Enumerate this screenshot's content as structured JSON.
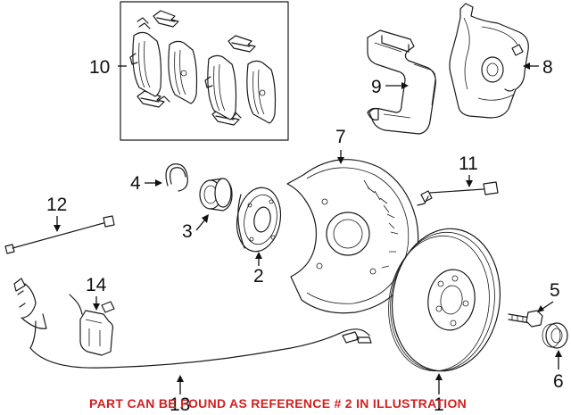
{
  "callouts": {
    "c1": "1",
    "c2": "2",
    "c3": "3",
    "c4": "4",
    "c5": "5",
    "c6": "6",
    "c7": "7",
    "c8": "8",
    "c9": "9",
    "c10": "10",
    "c11": "11",
    "c12": "12",
    "c13": "13",
    "c14": "14"
  },
  "notice": "PART CAN BE FOUND AS REFERENCE # 2 IN ILLUSTRATION",
  "colors": {
    "line": "#1a1a1a",
    "notice": "#d21f1f",
    "background": "#ffffff"
  }
}
